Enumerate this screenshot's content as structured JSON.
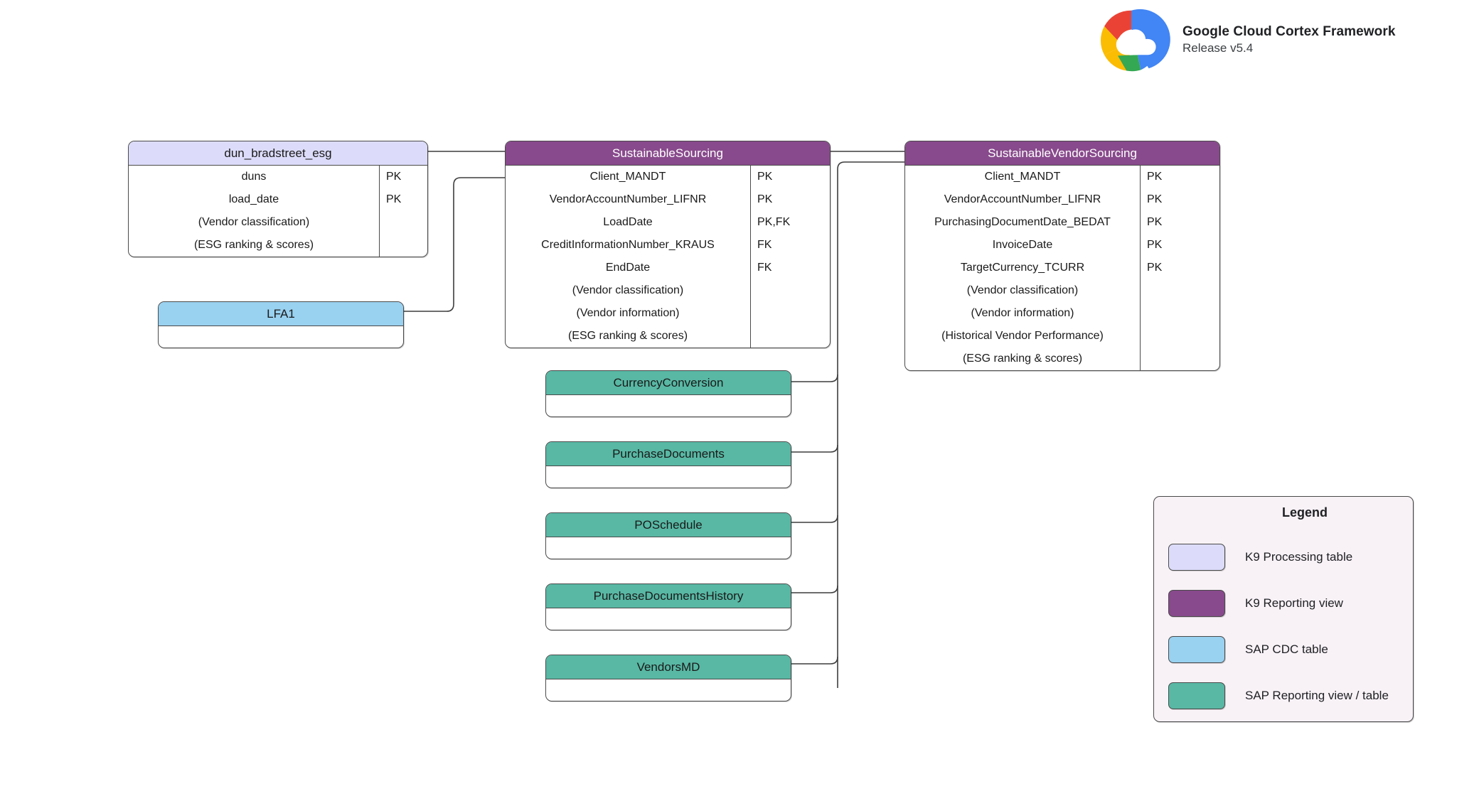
{
  "brand": {
    "title": "Google Cloud Cortex Framework",
    "release": "Release v5.4",
    "logo_icon": "google-cloud-logo",
    "colors": {
      "red": "#EA4335",
      "yellow": "#FBBC04",
      "green": "#34A853",
      "blue": "#4285F4",
      "white": "#FFFFFF"
    }
  },
  "palette": {
    "k9_processing_table": "#DCDCFA",
    "k9_reporting_view": "#884A8C",
    "sap_cdc_table": "#99D1F0",
    "sap_reporting_view": "#58B8A4",
    "legend_background": "#F8F2F7",
    "border": "#4A4A4A",
    "connector": "#3D3D3D"
  },
  "entities": [
    {
      "id": "dun-bradstreet-esg",
      "name": "dun_bradstreet_esg",
      "kind": "k9-processing-table",
      "fields": [
        {
          "name": "duns",
          "key": "PK"
        },
        {
          "name": "load_date",
          "key": "PK"
        },
        {
          "name": "(Vendor classification)",
          "key": ""
        },
        {
          "name": "(ESG ranking & scores)",
          "key": ""
        }
      ]
    },
    {
      "id": "lfa1",
      "name": "LFA1",
      "kind": "sap-cdc-table",
      "fields": []
    },
    {
      "id": "sustainable-sourcing",
      "name": "SustainableSourcing",
      "kind": "k9-reporting-view",
      "fields": [
        {
          "name": "Client_MANDT",
          "key": "PK"
        },
        {
          "name": "VendorAccountNumber_LIFNR",
          "key": "PK"
        },
        {
          "name": "LoadDate",
          "key": "PK,FK"
        },
        {
          "name": "CreditInformationNumber_KRAUS",
          "key": "FK"
        },
        {
          "name": "EndDate",
          "key": "FK"
        },
        {
          "name": "(Vendor classification)",
          "key": ""
        },
        {
          "name": "(Vendor information)",
          "key": ""
        },
        {
          "name": "(ESG ranking & scores)",
          "key": ""
        }
      ]
    },
    {
      "id": "sustainable-vendor-sourcing",
      "name": "SustainableVendorSourcing",
      "kind": "k9-reporting-view",
      "fields": [
        {
          "name": "Client_MANDT",
          "key": "PK"
        },
        {
          "name": "VendorAccountNumber_LIFNR",
          "key": "PK"
        },
        {
          "name": "PurchasingDocumentDate_BEDAT",
          "key": "PK"
        },
        {
          "name": "InvoiceDate",
          "key": "PK"
        },
        {
          "name": "TargetCurrency_TCURR",
          "key": "PK"
        },
        {
          "name": "(Vendor classification)",
          "key": ""
        },
        {
          "name": "(Vendor information)",
          "key": ""
        },
        {
          "name": "(Historical Vendor Performance)",
          "key": ""
        },
        {
          "name": "(ESG ranking & scores)",
          "key": ""
        }
      ]
    },
    {
      "id": "currency-conversion",
      "name": "CurrencyConversion",
      "kind": "sap-reporting-view",
      "fields": []
    },
    {
      "id": "purchase-documents",
      "name": "PurchaseDocuments",
      "kind": "sap-reporting-view",
      "fields": []
    },
    {
      "id": "po-schedule",
      "name": "POSchedule",
      "kind": "sap-reporting-view",
      "fields": []
    },
    {
      "id": "purchase-documents-history",
      "name": "PurchaseDocumentsHistory",
      "kind": "sap-reporting-view",
      "fields": []
    },
    {
      "id": "vendors-md",
      "name": "VendorsMD",
      "kind": "sap-reporting-view",
      "fields": []
    }
  ],
  "legend": {
    "title": "Legend",
    "items": [
      {
        "label": "K9 Processing table",
        "color": "#DCDCFA"
      },
      {
        "label": "K9 Reporting view",
        "color": "#884A8C"
      },
      {
        "label": "SAP CDC table",
        "color": "#99D1F0"
      },
      {
        "label": "SAP Reporting view / table",
        "color": "#58B8A4"
      }
    ]
  }
}
